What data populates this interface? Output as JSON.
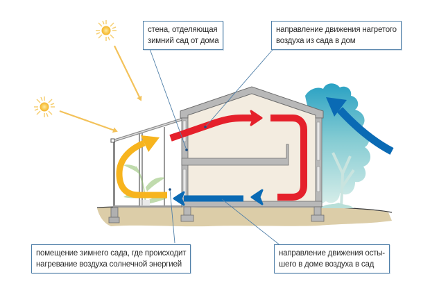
{
  "diagram": {
    "title": "Winter garden passive solar air circulation",
    "labels": {
      "wall": {
        "lines": [
          "стена, отделяющая",
          "зимний сад от дома"
        ]
      },
      "warm_air": {
        "lines": [
          "направление движения нагретого",
          "воздуха из сада в дом"
        ]
      },
      "garden_room": {
        "lines": [
          "помещение зимнего сада, где происходит",
          "нагревание воздуха солнечной энергией"
        ]
      },
      "cool_air": {
        "lines": [
          "направление движения осты-",
          "шего в доме воздуха в сад"
        ]
      }
    },
    "colors": {
      "warm_arrow": "#e5202b",
      "cool_arrow": "#0a6ab4",
      "solar_arrow": "#f7b41e",
      "sun_ray": "#f3c25a",
      "wall_gray": "#b8b8b8",
      "wall_outline": "#6d6d6d",
      "interior": "#f3ece0",
      "ground": "#dccda8",
      "tree": "#2aa3bf",
      "leader": "#4f7fa8",
      "outside_wind": "#0a6ab4"
    },
    "elements": [
      "sun",
      "sun",
      "sun-ray",
      "sun-ray",
      "winter-garden",
      "house",
      "tree",
      "warm-air-arrow",
      "cool-air-arrow",
      "solar-heating-arrow",
      "outside-air-arrow"
    ]
  }
}
